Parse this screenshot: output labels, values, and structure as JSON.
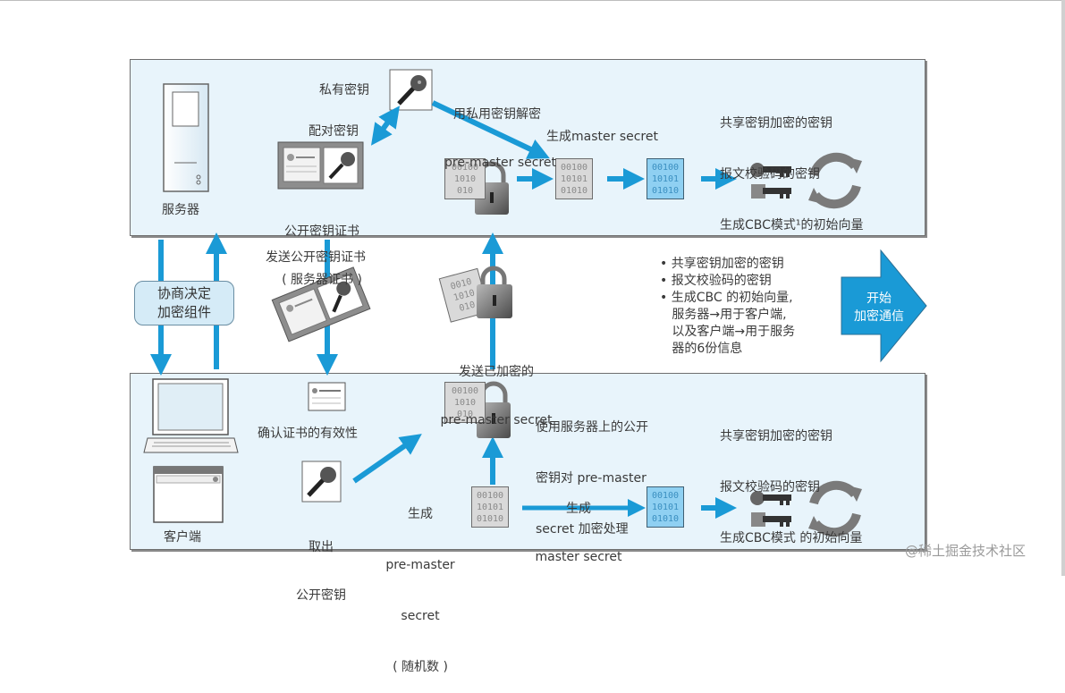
{
  "diagram": {
    "title": "HTTPS / SSL handshake key exchange",
    "colors": {
      "arrow_blue": "#1a9ad6",
      "panel_bg": "#e8f4fb",
      "binary_blue": "#8fd0f2",
      "binary_gray": "#d9d9d9",
      "icon_gray": "#7a7a7a"
    },
    "server_panel": {
      "device_label": "服务器",
      "private_key_label": "私有密钥",
      "pair_key_label": "配对密钥",
      "certificate_label_line1": "公开密钥证书",
      "certificate_label_line2": "( 服务器证书 )",
      "decrypt_label_line1": "用私用密钥解密",
      "decrypt_label_line2": "pre-master secret",
      "generate_master_label": "生成master secret",
      "binary_rows": [
        "00100",
        "10101",
        "01010"
      ],
      "locked_binary_rows": [
        "00100",
        "1010",
        "010"
      ],
      "keys_info_line1": "共享密钥加密的密钥",
      "keys_info_line2": "报文校验码的密钥",
      "keys_info_line3": "生成CBC模式¹的初始向量"
    },
    "middle": {
      "negotiate_line1": "协商决定",
      "negotiate_line2": "加密组件",
      "send_cert_label": "发送公开密钥证书",
      "send_encrypted_line1": "发送已加密的",
      "send_encrypted_line2": "pre-master secret",
      "bullets": [
        "• 共享密钥加密的密钥",
        "• 报文校验码的密钥",
        "• 生成CBC 的初始向量,",
        "   服务器→用于客户端,",
        "   以及客户端→用于服务",
        "   器的6份信息"
      ],
      "start_line1": "开始",
      "start_line2": "加密通信"
    },
    "client_panel": {
      "device_label": "客户端",
      "verify_cert_label": "确认证书的有效性",
      "extract_key_line1": "取出",
      "extract_key_line2": "公开密钥",
      "gen_premaster_line1": "生成",
      "gen_premaster_line2": "pre-master",
      "gen_premaster_line3": "secret",
      "gen_premaster_line4": "( 随机数 )",
      "encrypt_line1": "使用服务器上的公开",
      "encrypt_line2": "密钥对 pre-master",
      "encrypt_line3": "secret 加密处理",
      "gen_master_line1": "生成",
      "gen_master_line2": "master secret",
      "keys_info_line1": "共享密钥加密的密钥",
      "keys_info_line2": "报文校验码的密钥",
      "keys_info_line3": "生成CBC模式 的初始向量"
    },
    "watermark": "@稀土掘金技术社区"
  }
}
